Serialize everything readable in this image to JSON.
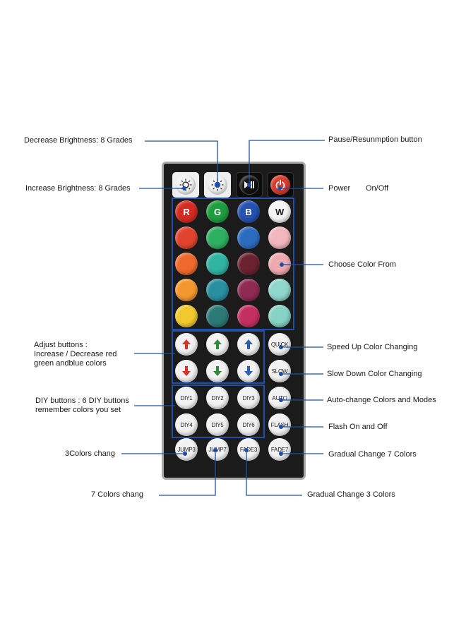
{
  "labels": {
    "decrease_brightness": "Decrease Brightness: 8 Grades",
    "increase_brightness": "Increase Brightness: 8 Grades",
    "pause": "Pause/Resunmption button",
    "power": "Power",
    "onoff": "On/Off",
    "choose_color": "Choose Color From",
    "adjust": "Adjust buttons :\nIncrease / Decrease red\ngreen andblue colors",
    "speed_up": "Speed Up Color Changing",
    "slow_down": "Slow Down Color Changing",
    "diy": "DIY buttons : 6 DIY buttons\nremember colors you set",
    "auto_change": "Auto-change Colors and Modes",
    "flash_onoff": "Flash On and Off",
    "three_colors": "3Colors chang",
    "gradual7": "Gradual Change 7 Colors",
    "seven_colors": "7 Colors chang",
    "gradual3": "Gradual Change 3 Colors"
  },
  "buttons": {
    "r": "R",
    "g": "G",
    "b": "B",
    "w": "W",
    "quick": "QUICK",
    "slow": "SLOW",
    "auto": "AUTO",
    "flash": "FLASH",
    "diy1": "DIY1",
    "diy2": "DIY2",
    "diy3": "DIY3",
    "diy4": "DIY4",
    "diy5": "DIY5",
    "diy6": "DIY6",
    "jump3": "JUMP3",
    "jump7": "JUMP7",
    "fade3": "FADE3",
    "fade7": "FADE7"
  },
  "colors": {
    "accent_line": "#1f4fa8",
    "remote_body": "#1b1b1b",
    "power_red": "#d93a2b",
    "arrow_red": "#d8322a",
    "arrow_green": "#2e8b3a",
    "arrow_blue": "#2f5fb0",
    "swatches": [
      [
        "#d62b22",
        "#1e9e3f",
        "#2452b0",
        "#f4f4f4"
      ],
      [
        "#e0442e",
        "#2fb060",
        "#2c6cc0",
        "#f1b6be"
      ],
      [
        "#ee6a2c",
        "#2fb3a2",
        "#6b2130",
        "#efaab0"
      ],
      [
        "#f3982e",
        "#2a8fa0",
        "#8f2a55",
        "#8fd6cc"
      ],
      [
        "#f2c82e",
        "#2c7a78",
        "#c42f62",
        "#86d3c6"
      ]
    ]
  },
  "icons": {
    "decrease_brightness": "sun-outline-icon",
    "increase_brightness": "sun-filled-icon",
    "pause": "play-pause-icon",
    "power": "power-icon"
  }
}
